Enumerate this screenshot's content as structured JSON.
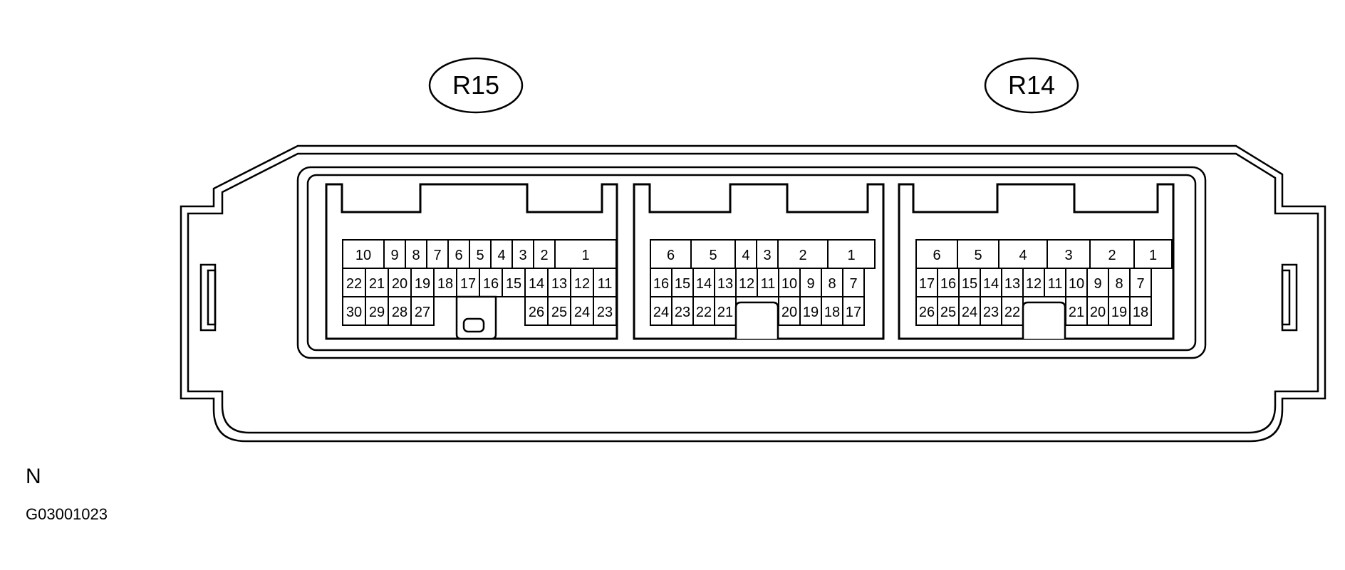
{
  "colors": {
    "line": "#000000",
    "background": "#ffffff"
  },
  "connector_labels": [
    "R15",
    "R14"
  ],
  "view_letter": "N",
  "figure_code": "G03001023",
  "connectors": [
    {
      "id": "R15",
      "rows": [
        [
          "10",
          "9",
          "8",
          "7",
          "6",
          "5",
          "4",
          "3",
          "2",
          "1"
        ],
        [
          "22",
          "21",
          "20",
          "19",
          "18",
          "17",
          "16",
          "15",
          "14",
          "13",
          "12",
          "11"
        ],
        [
          "30",
          "29",
          "28",
          "27",
          "26",
          "25",
          "24",
          "23"
        ]
      ]
    },
    {
      "id": "middle",
      "rows": [
        [
          "6",
          "5",
          "4",
          "3",
          "2",
          "1"
        ],
        [
          "16",
          "15",
          "14",
          "13",
          "12",
          "11",
          "10",
          "9",
          "8",
          "7"
        ],
        [
          "24",
          "23",
          "22",
          "21",
          "20",
          "19",
          "18",
          "17"
        ]
      ]
    },
    {
      "id": "R14",
      "rows": [
        [
          "6",
          "5",
          "4",
          "3",
          "2",
          "1"
        ],
        [
          "17",
          "16",
          "15",
          "14",
          "13",
          "12",
          "11",
          "10",
          "9",
          "8",
          "7"
        ],
        [
          "26",
          "25",
          "24",
          "23",
          "22",
          "21",
          "20",
          "19",
          "18"
        ]
      ]
    }
  ]
}
